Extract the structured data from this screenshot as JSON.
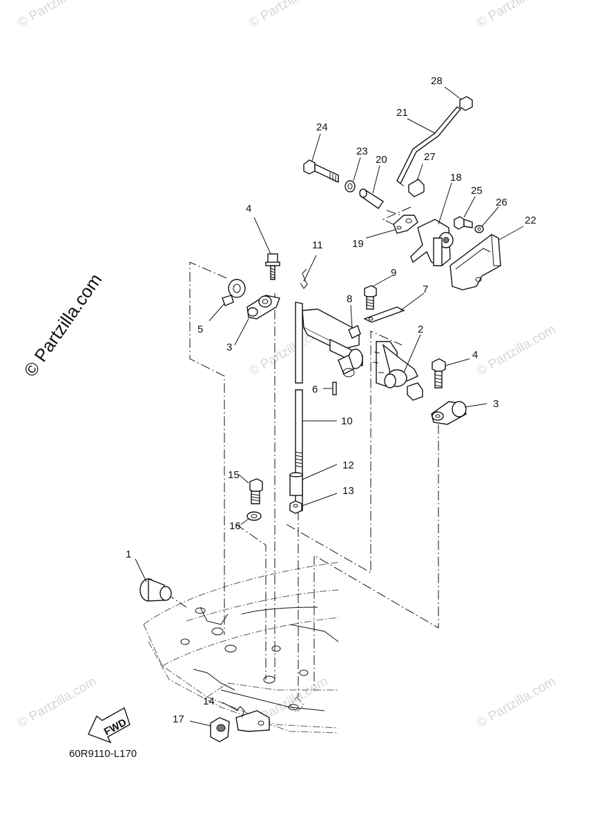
{
  "diagram_code": "60R9110-L170",
  "fwd_label": "FWD",
  "watermark_text": "© Partzilla.com",
  "callouts": {
    "c1": "1",
    "c2": "2",
    "c3a": "3",
    "c3b": "3",
    "c4a": "4",
    "c4b": "4",
    "c5": "5",
    "c6": "6",
    "c7": "7",
    "c8": "8",
    "c9": "9",
    "c10": "10",
    "c11": "11",
    "c12": "12",
    "c13": "13",
    "c14": "14",
    "c15": "15",
    "c16": "16",
    "c17": "17",
    "c18": "18",
    "c19": "19",
    "c20": "20",
    "c21": "21",
    "c22": "22",
    "c23": "23",
    "c24": "24",
    "c25": "25",
    "c26": "26",
    "c27": "27",
    "c28": "28"
  }
}
